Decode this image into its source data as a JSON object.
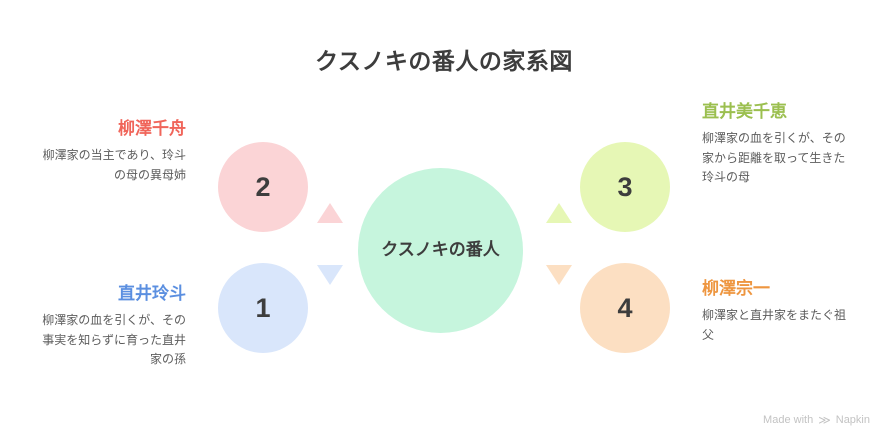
{
  "diagram": {
    "title": "クスノキの番人の家系図",
    "center": {
      "label": "クスノキの番人",
      "color": "#c6f5dd"
    },
    "nodes": [
      {
        "number": "1",
        "title": "直井玲斗",
        "description": "柳澤家の血を引くが、その事実を知らずに育った直井家の孫",
        "circle_color": "#d9e6fb",
        "title_color": "#5b8fe0",
        "marker": "triangle-down",
        "side": "left"
      },
      {
        "number": "2",
        "title": "柳澤千舟",
        "description": "柳澤家の当主であり、玲斗の母の異母姉",
        "circle_color": "#fbd4d6",
        "title_color": "#f0655a",
        "marker": "triangle-up",
        "side": "left"
      },
      {
        "number": "3",
        "title": "直井美千恵",
        "description": "柳澤家の血を引くが、その家から距離を取って生きた玲斗の母",
        "circle_color": "#e6f7b5",
        "title_color": "#9bbf4f",
        "marker": "triangle-up",
        "side": "right"
      },
      {
        "number": "4",
        "title": "柳澤宗一",
        "description": "柳澤家と直井家をまたぐ祖父",
        "circle_color": "#fcdfc2",
        "title_color": "#ee9640",
        "marker": "triangle-down",
        "side": "right"
      }
    ]
  },
  "watermark": {
    "text_before": "Made with",
    "brand": "Napkin",
    "glyph": "≫"
  }
}
